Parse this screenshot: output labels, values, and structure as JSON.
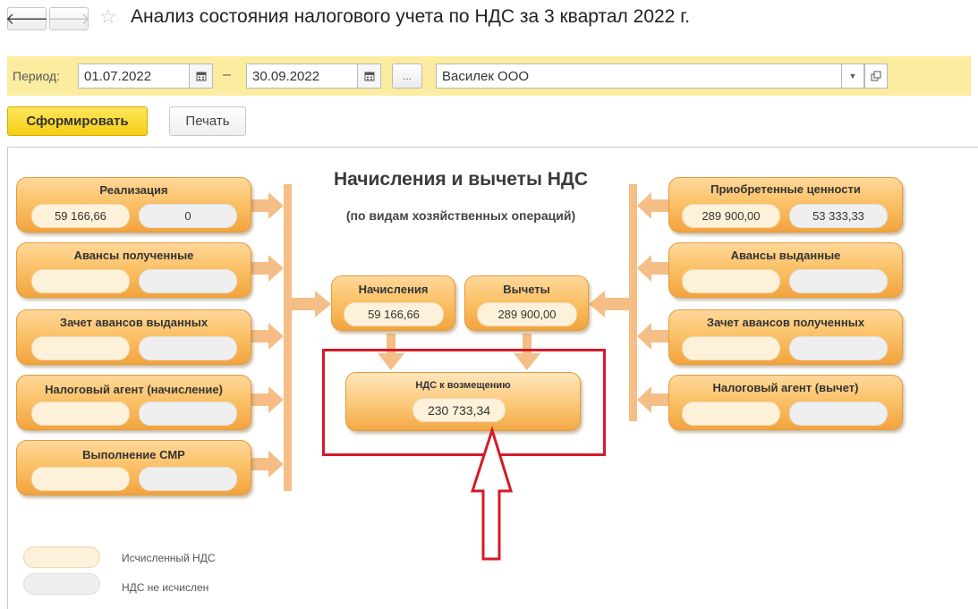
{
  "header": {
    "back_icon": "arrow-left-icon",
    "forward_icon": "arrow-right-icon",
    "favorite_icon": "star-icon",
    "title": "Анализ состояния налогового учета по НДС за 3 квартал 2022 г."
  },
  "filters": {
    "period_label": "Период:",
    "date_from": "01.07.2022",
    "date_separator": "–",
    "date_to": "30.09.2022",
    "period_select_label": "...",
    "organization": "Василек ООО"
  },
  "toolbar": {
    "generate_label": "Сформировать",
    "print_label": "Печать"
  },
  "diagram": {
    "title": "Начисления и вычеты НДС",
    "subtitle": "(по видам хозяйственных операций)",
    "left_boxes": [
      {
        "label": "Реализация",
        "value_calc": "59 166,66",
        "value_none": "0"
      },
      {
        "label": "Авансы полученные",
        "value_calc": "",
        "value_none": ""
      },
      {
        "label": "Зачет авансов выданных",
        "value_calc": "",
        "value_none": ""
      },
      {
        "label": "Налоговый агент (начисление)",
        "value_calc": "",
        "value_none": ""
      },
      {
        "label": "Выполнение СМР",
        "value_calc": "",
        "value_none": ""
      }
    ],
    "right_boxes": [
      {
        "label": "Приобретенные ценности",
        "value_calc": "289 900,00",
        "value_none": "53 333,33"
      },
      {
        "label": "Авансы выданные",
        "value_calc": "",
        "value_none": ""
      },
      {
        "label": "Зачет авансов полученных",
        "value_calc": "",
        "value_none": ""
      },
      {
        "label": "Налоговый агент (вычет)",
        "value_calc": "",
        "value_none": ""
      }
    ],
    "accruals": {
      "label": "Начисления",
      "value": "59 166,66"
    },
    "deductions": {
      "label": "Вычеты",
      "value": "289 900,00"
    },
    "result": {
      "label": "НДС к возмещению",
      "value": "230 733,34"
    }
  },
  "legend": {
    "calculated": "Исчисленный НДС",
    "not_calculated": "НДС не исчислен"
  },
  "colors": {
    "accent_yellow": "#f5cf12",
    "panel_yellow": "#fbeca0",
    "box_orange": "#f2a43d",
    "connector": "#f5be86",
    "annotation_red": "#d61a28"
  }
}
